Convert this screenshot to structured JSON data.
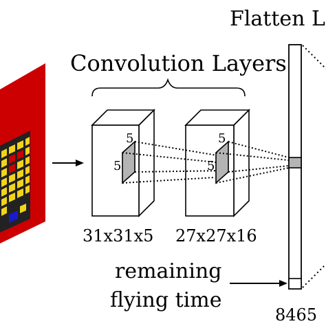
{
  "labels": {
    "flatten_title": "Flatten La",
    "conv_title": "Convolution Layers",
    "kernel1_w": "5",
    "kernel1_h": "5",
    "kernel2_w": "5",
    "kernel2_h": "5",
    "layer1_dims": "31x31x5",
    "layer2_dims": "27x27x16",
    "remaining_line1": "remaining",
    "remaining_line2": "flying time",
    "flatten_size": "8465"
  },
  "colors": {
    "input_background": "#cc0000",
    "grid_cell": "#f2d41c",
    "grid_line": "#111111",
    "goal_cell": "#1a1acc",
    "kernel_fill": "#b4b4b4",
    "layer_fill": "#ffffff",
    "stroke": "#000000"
  }
}
